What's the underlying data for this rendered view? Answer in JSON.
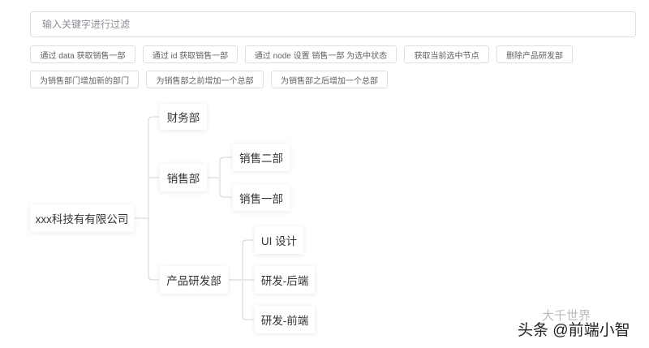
{
  "filter": {
    "placeholder": "输入关键字进行过滤",
    "value": ""
  },
  "toolbar": {
    "row1": [
      "通过 data 获取销售一部",
      "通过 id 获取销售一部",
      "通过 node 设置 销售一部 为选中状态",
      "获取当前选中节点",
      "删除产品研发部"
    ],
    "row2": [
      "为销售部门增加新的部门",
      "为销售部之前增加一个总部",
      "为销售部之后增加一个总部"
    ]
  },
  "tree": {
    "root": "xxx科技有有限公司",
    "level1": [
      "财务部",
      "销售部",
      "产品研发部"
    ],
    "sales_children": [
      "销售二部",
      "销售一部"
    ],
    "rnd_children": [
      "UI 设计",
      "研发-后端",
      "研发-前端"
    ]
  },
  "watermark": {
    "text": "头条 @前端小智",
    "bg_text": "大千世界"
  },
  "colors": {
    "line": "#d0d3d9",
    "border": "#dcdfe6",
    "text": "#333333"
  }
}
